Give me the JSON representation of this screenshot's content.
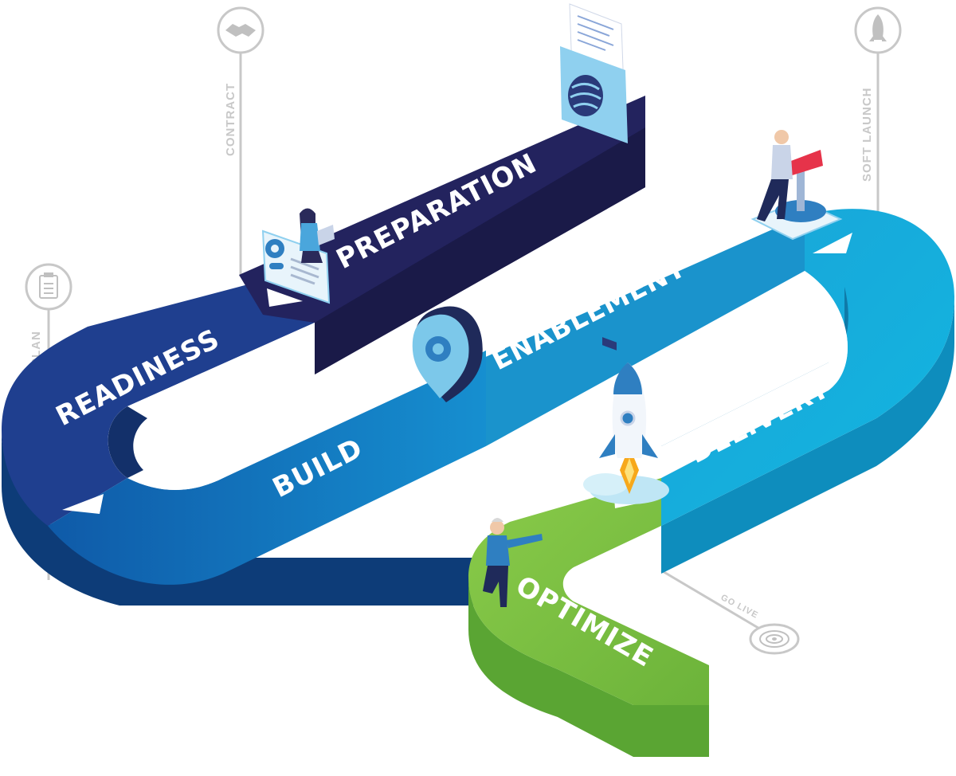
{
  "stages": {
    "readiness": "READINESS",
    "preparation": "PREPARATION",
    "build": "BUILD",
    "enablement": "ENABLEMENT",
    "delivery": "DELIVERY",
    "optimize": "OPTIMIZE"
  },
  "milestones": {
    "plan": "PLAN",
    "contract": "CONTRACT",
    "soft_launch": "SOFT LAUNCH",
    "go_live": "GO LIVE"
  },
  "colors": {
    "readiness": "#1f3f8f",
    "preparation": "#23235e",
    "build": "#137cc4",
    "enablement": "#1a93cc",
    "delivery": "#16aedc",
    "optimize": "#7dc242",
    "milestone": "#c8c8c8"
  },
  "icons": [
    "handshake-icon",
    "clipboard-icon",
    "rocket-icon",
    "target-icon",
    "gear-pin-icon",
    "document-folder-icon"
  ]
}
